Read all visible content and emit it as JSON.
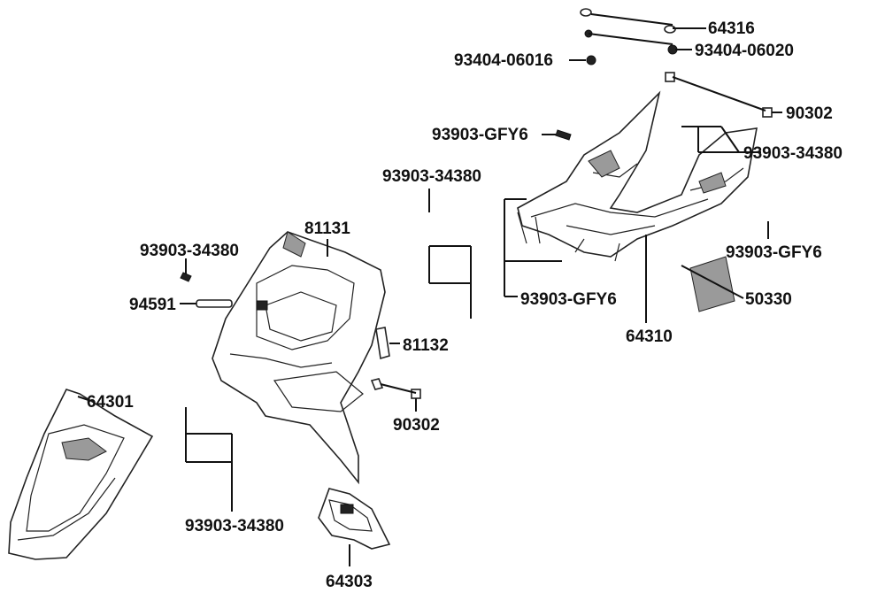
{
  "labels": {
    "p64316": "64316",
    "p93404_06020": "93404-06020",
    "p93404_06016": "93404-06016",
    "p90302_top": "90302",
    "p93903_gfy6_top": "93903-GFY6",
    "p93903_34380_right": "93903-34380",
    "p93903_34380_mid": "93903-34380",
    "p81131": "81131",
    "p93903_gfy6_right": "93903-GFY6",
    "p93903_34380_left": "93903-34380",
    "p94591": "94591",
    "p50330": "50330",
    "p93903_gfy6_mid": "93903-GFY6",
    "p64310": "64310",
    "p81132": "81132",
    "p64301": "64301",
    "p90302_mid": "90302",
    "p93903_34380_bottom": "93903-34380",
    "p64303": "64303"
  }
}
